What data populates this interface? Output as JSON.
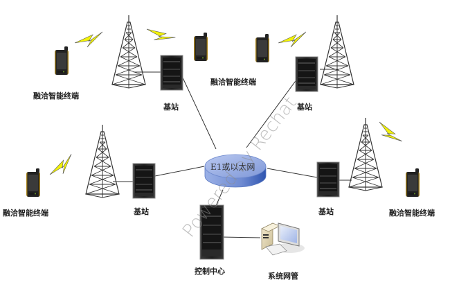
{
  "diagram": {
    "network_core": {
      "label": "E1或以太网",
      "color": "#8fa8e0"
    },
    "terminals": [
      {
        "id": "terminal-top-left",
        "label": "融洽智能终端"
      },
      {
        "id": "terminal-top-middle",
        "label": "融洽智能终端"
      },
      {
        "id": "terminal-mid-left",
        "label": "融洽智能终端"
      },
      {
        "id": "terminal-mid-right",
        "label": "融洽智能终端"
      }
    ],
    "base_stations": [
      {
        "id": "base-station-top-left",
        "label": "基站"
      },
      {
        "id": "base-station-top-right",
        "label": "基站"
      },
      {
        "id": "base-station-mid-left",
        "label": "基站"
      },
      {
        "id": "base-station-mid-right",
        "label": "基站"
      }
    ],
    "control_center": {
      "label": "控制中心"
    },
    "network_management": {
      "label": "系统网管"
    },
    "lightning_color": "#f2f20a",
    "watermark": "Powered by Rechat"
  }
}
